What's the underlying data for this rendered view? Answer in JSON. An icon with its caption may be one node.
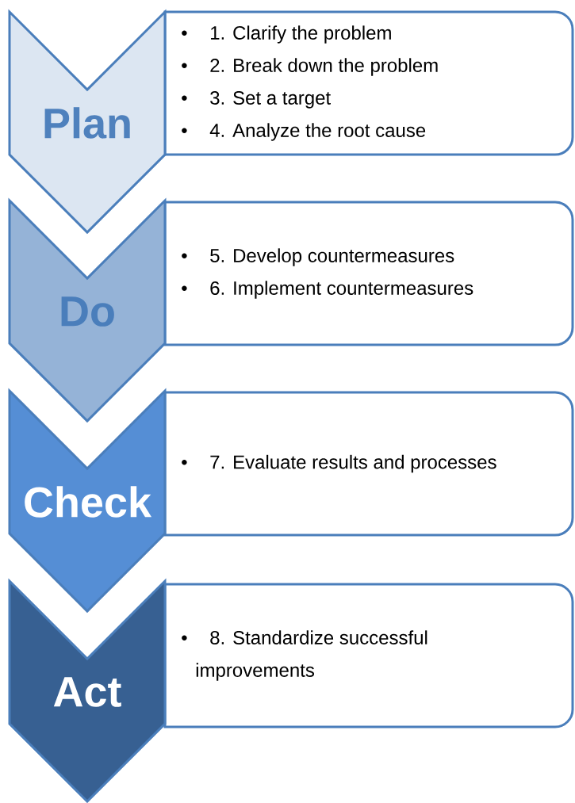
{
  "diagram": {
    "nodes": [
      {
        "text": [
          "Plan"
        ]
      },
      {
        "text": [
          "1. Clarify the problem",
          "2. Break down the problem",
          "3. Set a target",
          "4. Analyze the root cause"
        ]
      },
      {
        "text": [
          "Do"
        ]
      },
      {
        "text": [
          "5. Develop countermeasures",
          "6. Implement countermeasures"
        ]
      },
      {
        "text": [
          "Check"
        ]
      },
      {
        "text": [
          "7. Evaluate results and processes"
        ]
      },
      {
        "text": [
          "Act"
        ]
      },
      {
        "text": [
          "8. Standardize successful improvements"
        ]
      }
    ],
    "labels": [
      "•",
      "•",
      "•",
      "•",
      "•",
      "•",
      "•",
      "•"
    ]
  }
}
